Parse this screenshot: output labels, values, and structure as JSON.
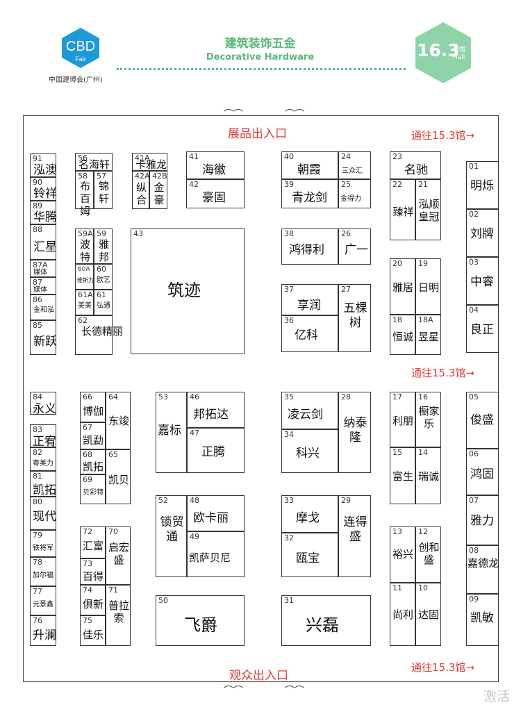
{
  "header": {
    "logo_text": "CBD",
    "logo_sub": "Fair",
    "org_name": "中国建博会(广州)",
    "category_cn": "建筑装饰五金",
    "category_en": "Decorative Hardware",
    "hall_number": "16.3",
    "hall_label_cn": "号馆",
    "hall_label_en": "Hall"
  },
  "signs": {
    "exhibit_entrance": "展品出入口",
    "visitor_entrance": "观众出入口",
    "to_hall_right": "通往15.3馆→"
  },
  "watermark": "激活",
  "colors": {
    "accent_green": "#5cb87a",
    "logo_blue": "#1e9bd7",
    "sign_red": "#e53935"
  },
  "booths": [
    {
      "id": "91",
      "name": "泓澳"
    },
    {
      "id": "90",
      "name": "铃祥"
    },
    {
      "id": "89",
      "name": "华腾"
    },
    {
      "id": "88",
      "name": "汇星"
    },
    {
      "id": "87A",
      "name": "媒体"
    },
    {
      "id": "87",
      "name": "媒体"
    },
    {
      "id": "86",
      "name": "金和泓"
    },
    {
      "id": "85",
      "name": "新跃"
    },
    {
      "id": "56",
      "name": "名海轩"
    },
    {
      "id": "58",
      "name": "布百姆"
    },
    {
      "id": "57",
      "name": "锦轩"
    },
    {
      "id": "41A",
      "name": "卡雅龙"
    },
    {
      "id": "42A",
      "name": "纵合"
    },
    {
      "id": "42B",
      "name": "金豪"
    },
    {
      "id": "59A",
      "name": "波特"
    },
    {
      "id": "59",
      "name": "雅邦"
    },
    {
      "id": "60A",
      "name": "维斯力"
    },
    {
      "id": "60",
      "name": "欧艺"
    },
    {
      "id": "61A",
      "name": "美美"
    },
    {
      "id": "61",
      "name": "弘通"
    },
    {
      "id": "62",
      "name": "长德精丽"
    },
    {
      "id": "41",
      "name": "海徽"
    },
    {
      "id": "42",
      "name": "豪固"
    },
    {
      "id": "43",
      "name": "筑迹"
    },
    {
      "id": "40",
      "name": "朝霞"
    },
    {
      "id": "24",
      "name": "三众汇"
    },
    {
      "id": "39",
      "name": "青龙剑"
    },
    {
      "id": "25",
      "name": "金得力"
    },
    {
      "id": "38",
      "name": "鸿得利"
    },
    {
      "id": "26",
      "name": "广一"
    },
    {
      "id": "37",
      "name": "享润"
    },
    {
      "id": "36",
      "name": "亿科"
    },
    {
      "id": "27",
      "name": "五棵树"
    },
    {
      "id": "23",
      "name": "名驰"
    },
    {
      "id": "22",
      "name": "臻祥"
    },
    {
      "id": "21",
      "name": "泓顺皇冠"
    },
    {
      "id": "20",
      "name": "雅居"
    },
    {
      "id": "19",
      "name": "日明"
    },
    {
      "id": "18",
      "name": "恒诚"
    },
    {
      "id": "18A",
      "name": "昱星"
    },
    {
      "id": "01",
      "name": "明烁"
    },
    {
      "id": "02",
      "name": "刘牌"
    },
    {
      "id": "03",
      "name": "中睿"
    },
    {
      "id": "04",
      "name": "良正"
    },
    {
      "id": "84",
      "name": "永义"
    },
    {
      "id": "83",
      "name": "正宥"
    },
    {
      "id": "82",
      "name": "粤美力"
    },
    {
      "id": "81",
      "name": "凯拓"
    },
    {
      "id": "80",
      "name": "现代"
    },
    {
      "id": "79",
      "name": "铁将军"
    },
    {
      "id": "78",
      "name": "加尔福"
    },
    {
      "id": "77",
      "name": "元景鑫"
    },
    {
      "id": "76",
      "name": "升澜"
    },
    {
      "id": "66",
      "name": "博伽"
    },
    {
      "id": "64",
      "name": "东竣"
    },
    {
      "id": "67",
      "name": "凯勐"
    },
    {
      "id": "68",
      "name": "凯拓"
    },
    {
      "id": "65",
      "name": "凯贝"
    },
    {
      "id": "69",
      "name": "贝彩特"
    },
    {
      "id": "72",
      "name": "汇富"
    },
    {
      "id": "70",
      "name": "启宏盛"
    },
    {
      "id": "73",
      "name": "百得"
    },
    {
      "id": "74",
      "name": "俱新"
    },
    {
      "id": "71",
      "name": "普拉索"
    },
    {
      "id": "75",
      "name": "佳乐"
    },
    {
      "id": "53",
      "name": "嘉标"
    },
    {
      "id": "46",
      "name": "邦拓达"
    },
    {
      "id": "47",
      "name": "正腾"
    },
    {
      "id": "52",
      "name": "锁贸通"
    },
    {
      "id": "48",
      "name": "欧卡丽"
    },
    {
      "id": "49",
      "name": "凯萨贝尼"
    },
    {
      "id": "50",
      "name": "飞爵"
    },
    {
      "id": "35",
      "name": "凌云剑"
    },
    {
      "id": "28",
      "name": "纳泰隆"
    },
    {
      "id": "34",
      "name": "科兴"
    },
    {
      "id": "33",
      "name": "摩戈"
    },
    {
      "id": "29",
      "name": "连得盛"
    },
    {
      "id": "32",
      "name": "瓯宝"
    },
    {
      "id": "31",
      "name": "兴磊"
    },
    {
      "id": "17",
      "name": "利朋"
    },
    {
      "id": "16",
      "name": "橱家乐"
    },
    {
      "id": "15",
      "name": "富生"
    },
    {
      "id": "14",
      "name": "瑞诚"
    },
    {
      "id": "13",
      "name": "裕兴"
    },
    {
      "id": "12",
      "name": "创和盛"
    },
    {
      "id": "11",
      "name": "尚利"
    },
    {
      "id": "10",
      "name": "达固"
    },
    {
      "id": "05",
      "name": "俊盛"
    },
    {
      "id": "06",
      "name": "鸿固"
    },
    {
      "id": "07",
      "name": "雅力"
    },
    {
      "id": "08",
      "name": "嘉德龙"
    },
    {
      "id": "09",
      "name": "凯敏"
    }
  ]
}
